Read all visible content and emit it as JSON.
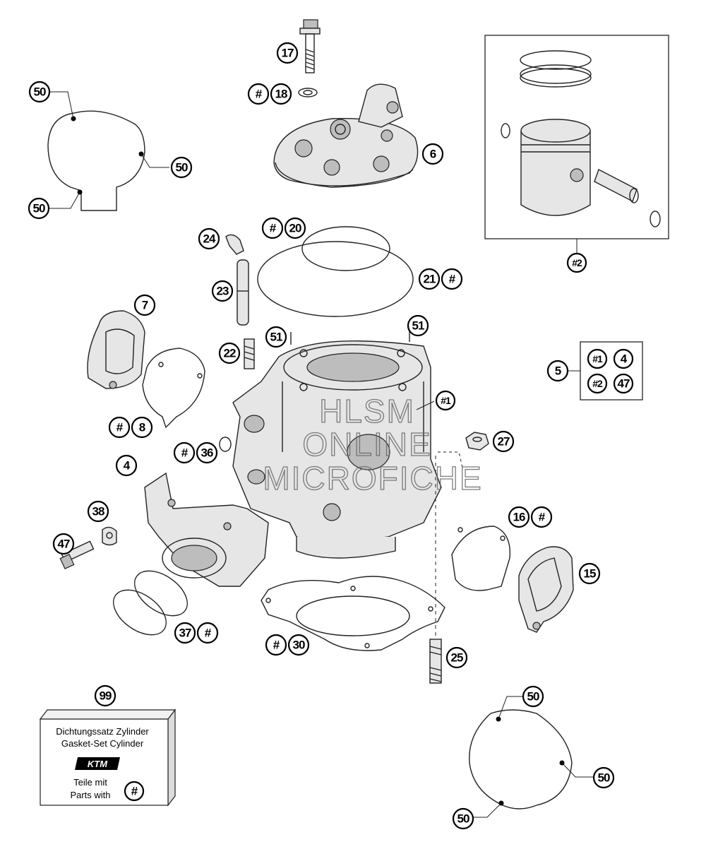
{
  "callouts": [
    {
      "id": "c17",
      "label": "17",
      "hash": false
    },
    {
      "id": "c18",
      "label": "18",
      "hash": true
    },
    {
      "id": "c6",
      "label": "6",
      "hash": false
    },
    {
      "id": "c50a",
      "label": "50",
      "hash": false
    },
    {
      "id": "c50b",
      "label": "50",
      "hash": false
    },
    {
      "id": "c50c",
      "label": "50",
      "hash": false
    },
    {
      "id": "c20",
      "label": "20",
      "hash": true
    },
    {
      "id": "c24",
      "label": "24",
      "hash": false
    },
    {
      "id": "c21",
      "label": "21",
      "hash": true
    },
    {
      "id": "c23",
      "label": "23",
      "hash": false
    },
    {
      "id": "c7",
      "label": "7",
      "hash": false
    },
    {
      "id": "c51a",
      "label": "51",
      "hash": false
    },
    {
      "id": "c51b",
      "label": "51",
      "hash": false
    },
    {
      "id": "c22",
      "label": "22",
      "hash": false
    },
    {
      "id": "c8",
      "label": "8",
      "hash": true
    },
    {
      "id": "c36",
      "label": "36",
      "hash": true
    },
    {
      "id": "c4",
      "label": "4",
      "hash": false
    },
    {
      "id": "c38",
      "label": "38",
      "hash": false
    },
    {
      "id": "c47",
      "label": "47",
      "hash": false
    },
    {
      "id": "c37",
      "label": "37",
      "hash": true
    },
    {
      "id": "c30",
      "label": "30",
      "hash": true
    },
    {
      "id": "c27",
      "label": "27",
      "hash": false
    },
    {
      "id": "c16",
      "label": "16",
      "hash": true
    },
    {
      "id": "c15",
      "label": "15",
      "hash": false
    },
    {
      "id": "c25",
      "label": "25",
      "hash": false
    },
    {
      "id": "c99",
      "label": "99",
      "hash": false
    },
    {
      "id": "c50d",
      "label": "50",
      "hash": false
    },
    {
      "id": "c50e",
      "label": "50",
      "hash": false
    },
    {
      "id": "c50f",
      "label": "50",
      "hash": false
    }
  ],
  "hash_callouts": {
    "c1": "#1",
    "c2": "#2",
    "hash_symbol": "#"
  },
  "set_box": {
    "label": "5",
    "items": [
      "#1",
      "4",
      "#2",
      "47"
    ]
  },
  "gasket_pack": {
    "line1": "Dichtungssatz Zylinder",
    "line2": "Gasket-Set Cylinder",
    "logo": "KTM",
    "line3": "Teile mit",
    "line4": "Parts with",
    "symbol": "#"
  },
  "watermark": {
    "line1": "HLSM",
    "line2": "ONLINE",
    "line3": "MICROFICHE"
  }
}
